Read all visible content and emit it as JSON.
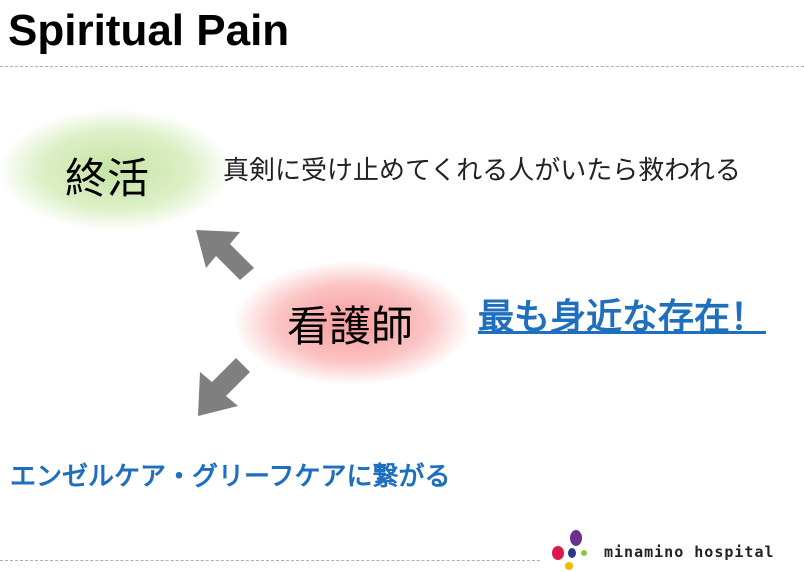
{
  "slide": {
    "title": "Spiritual Pain",
    "node_top": "終活",
    "node_center": "看護師",
    "phrase_top": "真剣に受け止めてくれる人がいたら救われる",
    "phrase_center": "最も身近な存在！",
    "phrase_bottom": "エンゼルケア・グリーフケアに繋がる",
    "logo_text": "minamino hospital"
  },
  "colors": {
    "accent_blue": "#1f6fbf",
    "arrow_gray": "#7f7f7f"
  }
}
